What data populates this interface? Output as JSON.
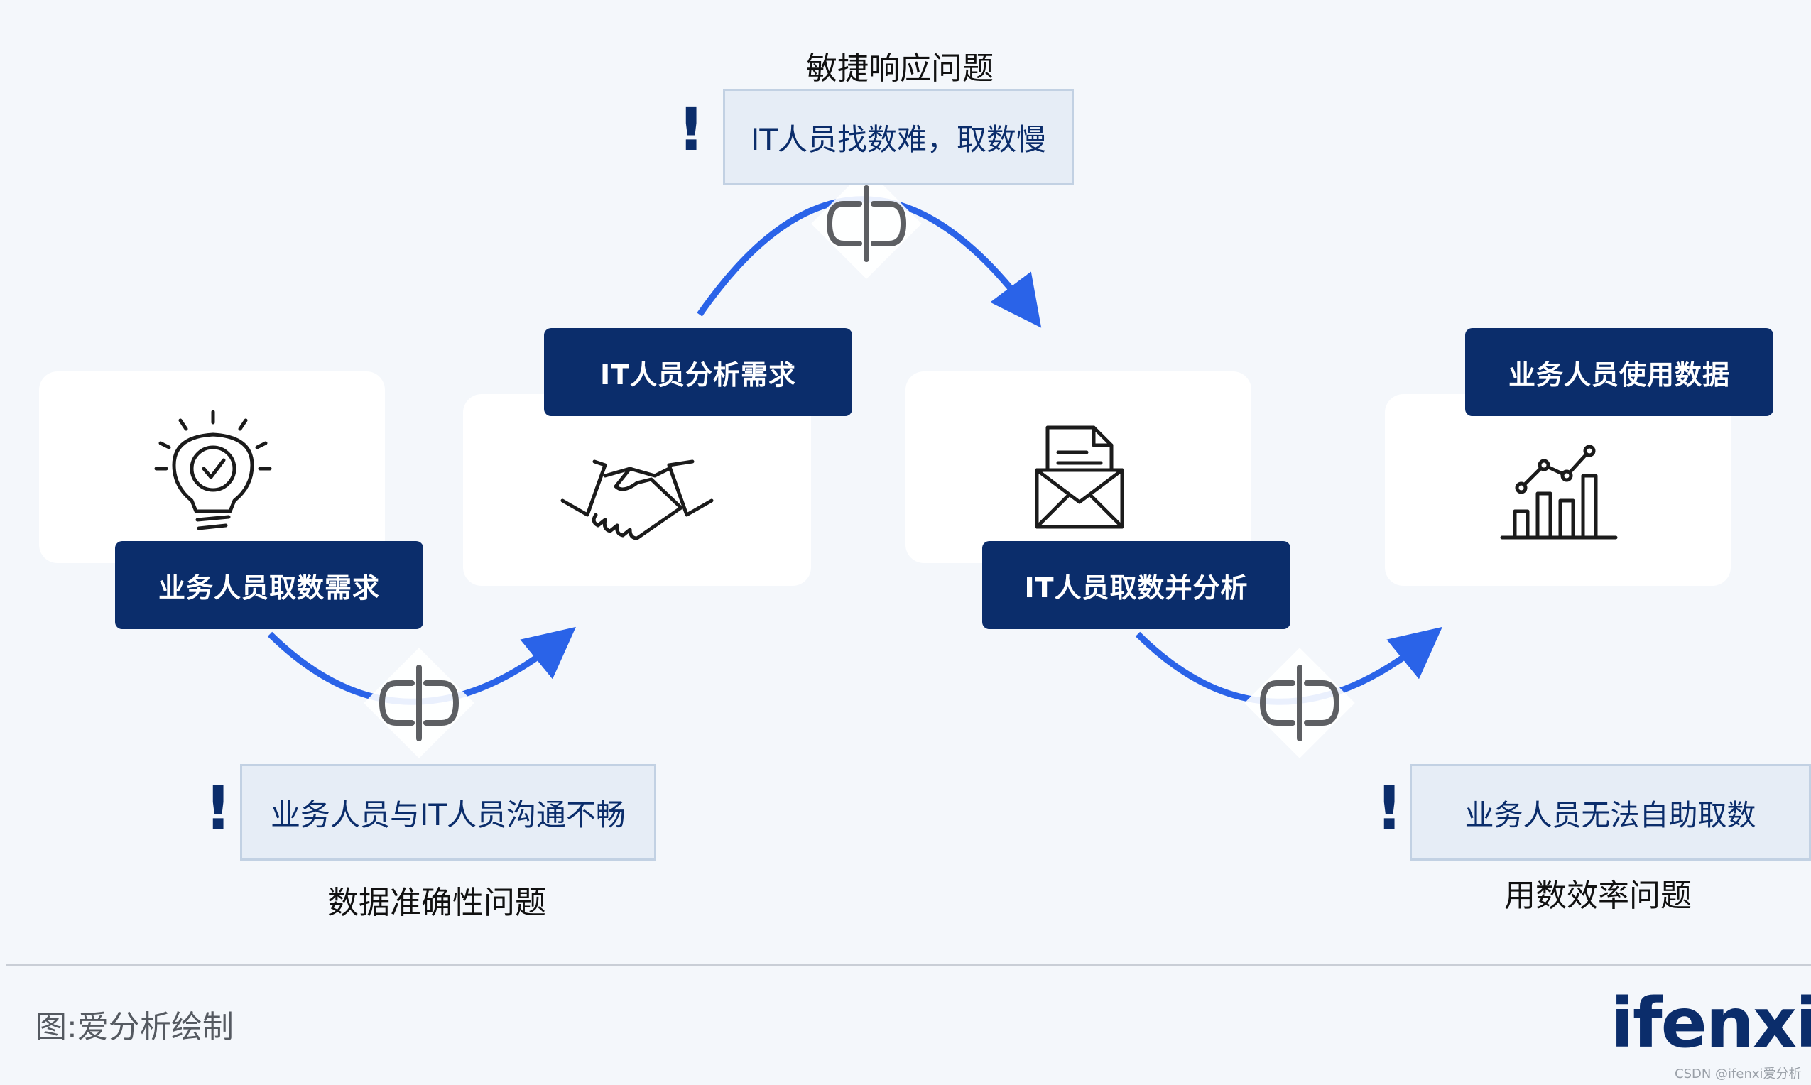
{
  "steps": {
    "step1": "业务人员取数需求",
    "step2": "IT人员分析需求",
    "step3": "IT人员取数并分析",
    "step4": "业务人员使用数据"
  },
  "issues": {
    "top": {
      "category": "敏捷响应问题",
      "text": "IT人员找数难，取数慢",
      "mark": "!"
    },
    "left": {
      "category": "数据准确性问题",
      "text": "业务人员与IT人员沟通不畅",
      "mark": "!"
    },
    "right": {
      "category": "用数效率问题",
      "text": "业务人员无法自助取数",
      "mark": "!"
    }
  },
  "icons": {
    "step1": "lightbulb-check-icon",
    "step2": "handshake-icon",
    "step3": "document-envelope-icon",
    "step4": "bar-line-chart-icon",
    "broken": "broken-link-icon"
  },
  "footer": {
    "caption": "图:爱分析绘制",
    "brand": "ifenxi",
    "watermark": "CSDN @ifenxi爱分析"
  },
  "colors": {
    "navy": "#0b2d6b",
    "arrow_blue": "#2a63e8",
    "issue_bg": "#e6edf6",
    "page_bg": "#f4f7fb"
  }
}
